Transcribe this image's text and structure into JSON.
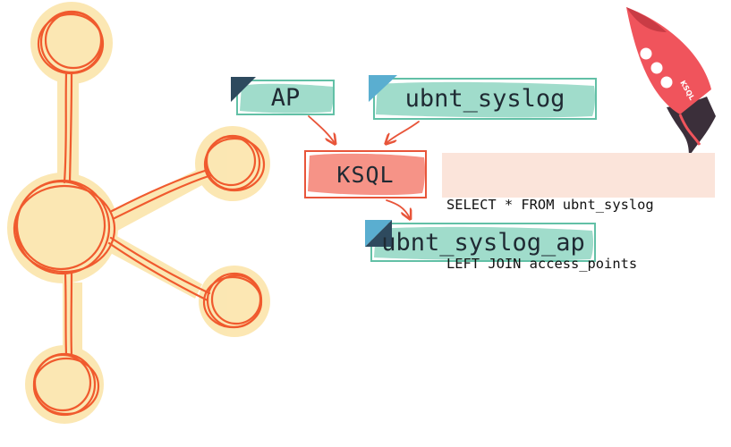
{
  "diagram": {
    "nodes": {
      "ap": {
        "label": "AP"
      },
      "ubnt_syslog": {
        "label": "ubnt_syslog"
      },
      "ksql": {
        "label": "KSQL"
      },
      "ubnt_syslog_ap": {
        "label": "ubnt_syslog_ap"
      }
    },
    "edges": [
      {
        "from": "ap",
        "to": "ksql"
      },
      {
        "from": "ubnt_syslog",
        "to": "ksql"
      },
      {
        "from": "ksql",
        "to": "ubnt_syslog_ap"
      }
    ],
    "query": {
      "lines": [
        "SELECT * FROM ubnt_syslog",
        "LEFT JOIN access_points"
      ]
    },
    "rocket": {
      "text": "KSQL"
    }
  },
  "colors": {
    "kafka_orange": "#f05a2e",
    "kafka_glow": "#fbe3a6",
    "topic_green": "#8fd6c2",
    "topic_border": "#62c0a6",
    "ksql_fill": "#f5877a",
    "query_bg": "#fbe4da",
    "rocket_red": "#f0545c",
    "rocket_dark": "#3b2f3a",
    "badge_dark": "#2e4a5e",
    "badge_light": "#5aaed0"
  }
}
